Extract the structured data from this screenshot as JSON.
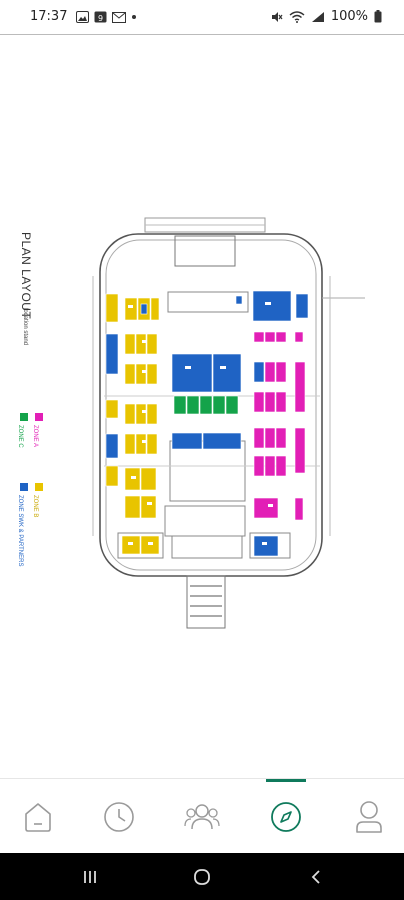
{
  "status_bar": {
    "time": "17:37",
    "battery": "100%",
    "left_icons": [
      "gallery-icon",
      "calendar-icon",
      "gmail-icon",
      "dot-icon"
    ],
    "right_icons": [
      "mute-icon",
      "wifi-icon",
      "signal-icon",
      "battery-icon"
    ]
  },
  "floor_plan": {
    "title": "PLAN LAYOUT",
    "subtitle": "location stand",
    "legend": [
      {
        "label": "ZONE A",
        "color": "#e21fb6"
      },
      {
        "label": "ZONE B",
        "color": "#e8c400"
      },
      {
        "label": "ZONE C",
        "color": "#14a34a"
      },
      {
        "label": "ZONE SWK & PARTNERS",
        "color": "#1f63c4"
      }
    ],
    "colors": {
      "zone_a": "#e21fb6",
      "zone_b": "#e8c400",
      "zone_c": "#14a34a",
      "zone_d": "#1f63c4",
      "outline": "#555555"
    }
  },
  "bottom_nav": {
    "items": [
      {
        "name": "home",
        "icon": "home-icon",
        "active": false
      },
      {
        "name": "history",
        "icon": "clock-icon",
        "active": false
      },
      {
        "name": "community",
        "icon": "people-icon",
        "active": false
      },
      {
        "name": "explore",
        "icon": "compass-icon",
        "active": true
      },
      {
        "name": "profile",
        "icon": "person-icon",
        "active": false
      }
    ],
    "active_color": "#0f7a5c",
    "inactive_color": "#9a9a9a"
  },
  "system_nav": {
    "buttons": [
      "recents-icon",
      "home-circle-icon",
      "back-icon"
    ]
  }
}
